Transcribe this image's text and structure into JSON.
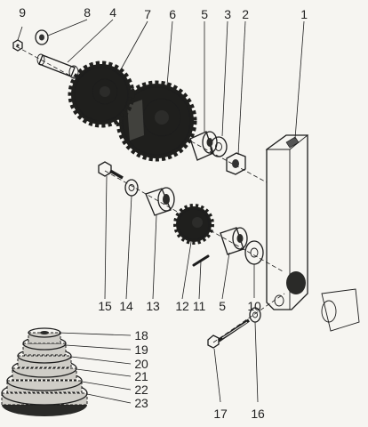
{
  "callouts": [
    {
      "id": "c1",
      "text": "1"
    },
    {
      "id": "c2",
      "text": "2"
    },
    {
      "id": "c3",
      "text": "3"
    },
    {
      "id": "c4",
      "text": "4"
    },
    {
      "id": "c5a",
      "text": "5"
    },
    {
      "id": "c6",
      "text": "6"
    },
    {
      "id": "c7",
      "text": "7"
    },
    {
      "id": "c8",
      "text": "8"
    },
    {
      "id": "c9",
      "text": "9"
    },
    {
      "id": "c10",
      "text": "10"
    },
    {
      "id": "c11",
      "text": "11"
    },
    {
      "id": "c12",
      "text": "12"
    },
    {
      "id": "c13",
      "text": "13"
    },
    {
      "id": "c14",
      "text": "14"
    },
    {
      "id": "c15",
      "text": "15"
    },
    {
      "id": "c5b",
      "text": "5"
    },
    {
      "id": "c16",
      "text": "16"
    },
    {
      "id": "c17",
      "text": "17"
    },
    {
      "id": "c18",
      "text": "18"
    },
    {
      "id": "c19",
      "text": "19"
    },
    {
      "id": "c20",
      "text": "20"
    },
    {
      "id": "c21",
      "text": "21"
    },
    {
      "id": "c22",
      "text": "22"
    },
    {
      "id": "c23",
      "text": "23"
    }
  ]
}
